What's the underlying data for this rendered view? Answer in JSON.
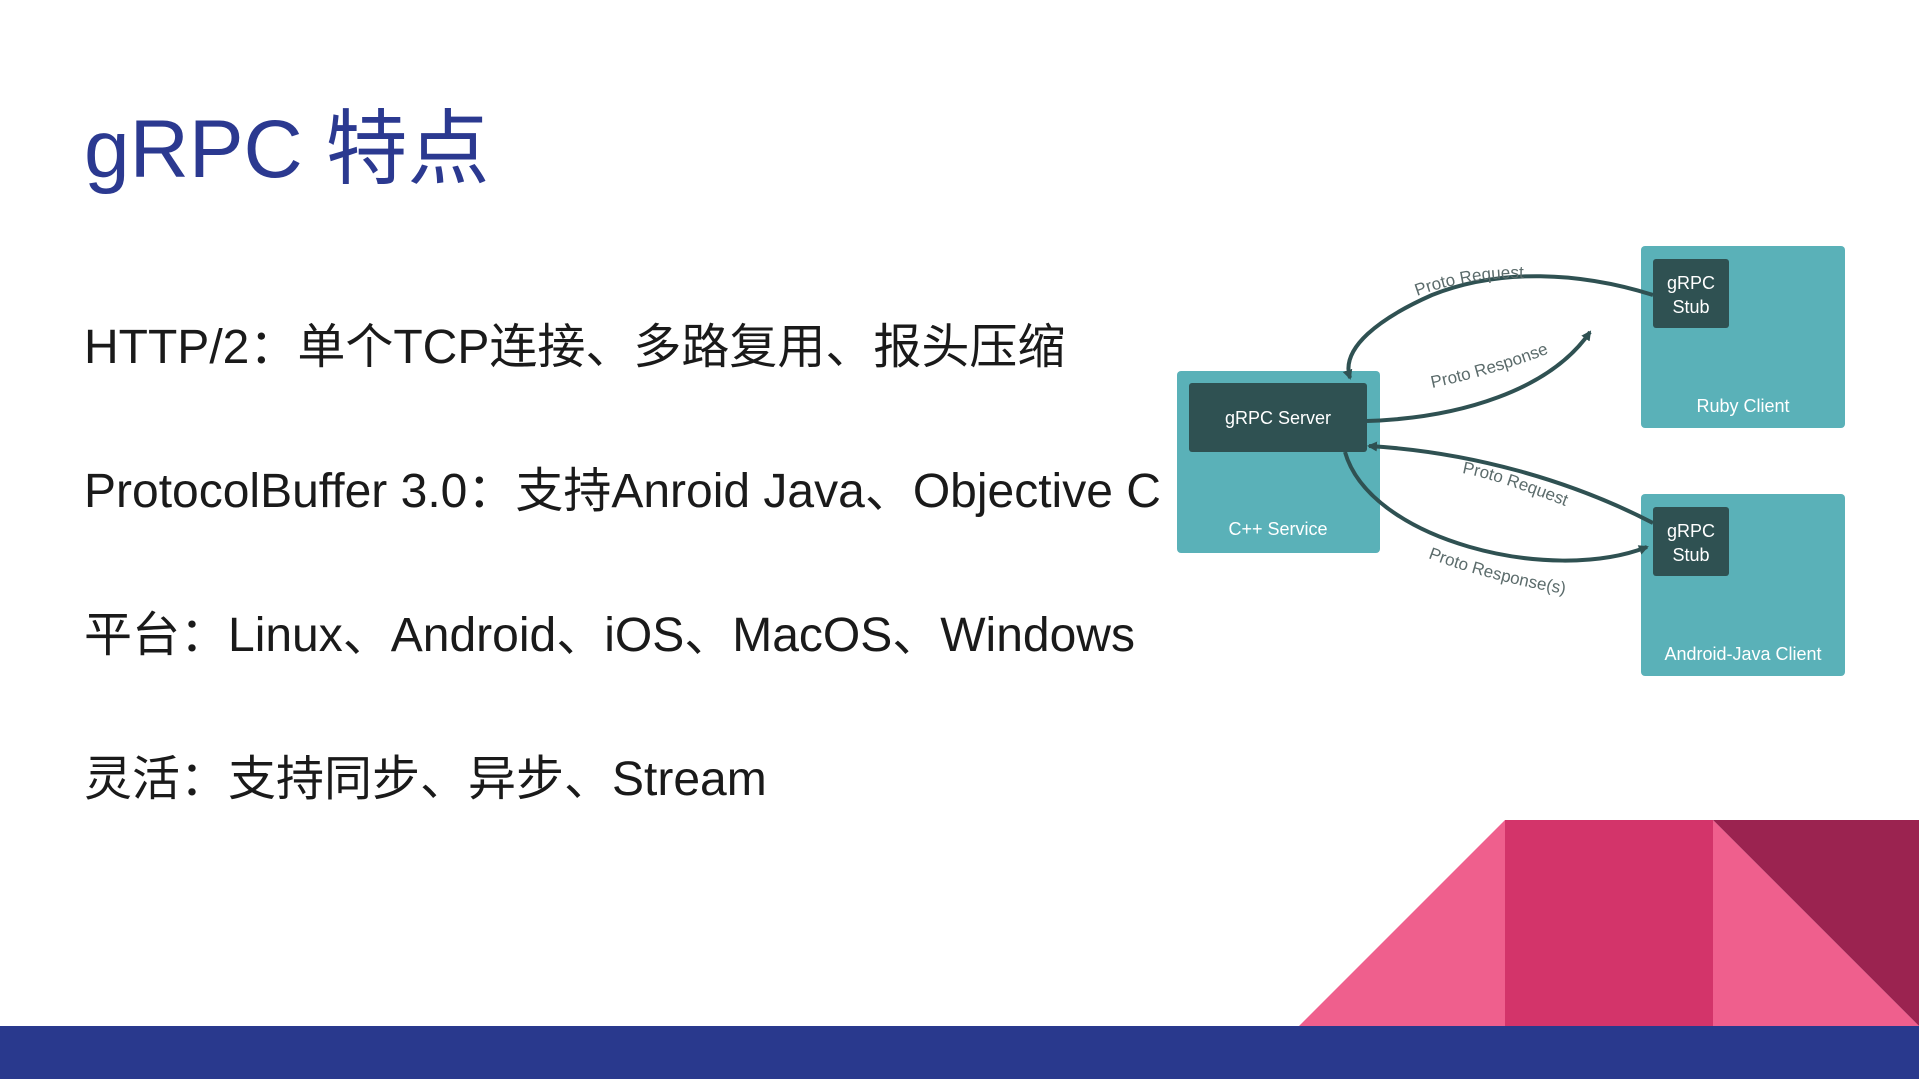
{
  "slide": {
    "title": "gRPC 特点",
    "bullets": [
      "HTTP/2：单个TCP连接、多路复用、报头压缩",
      "ProtocolBuffer 3.0：支持Anroid Java、Objective C",
      "平台：Linux、Android、iOS、MacOS、Windows",
      "灵活：支持同步、异步、Stream"
    ]
  },
  "diagram": {
    "server_box": "gRPC Server",
    "server_container": "C++ Service",
    "ruby_stub": [
      "gRPC",
      "Stub"
    ],
    "ruby_container": "Ruby Client",
    "android_stub": [
      "gRPC",
      "Stub"
    ],
    "android_container": "Android-Java Client",
    "edge_labels": {
      "ruby_request": "Proto Request",
      "ruby_response": "Proto Response",
      "android_request": "Proto Request",
      "android_response": "Proto Response(s)"
    }
  },
  "colors": {
    "title": "#2b3990",
    "footer": "#29398d",
    "teal_container": "#5ab1b8",
    "dark_box": "#2f5152",
    "pink_light": "#ef5f8d",
    "pink_mid": "#d3346a",
    "maroon": "#9b2350"
  }
}
